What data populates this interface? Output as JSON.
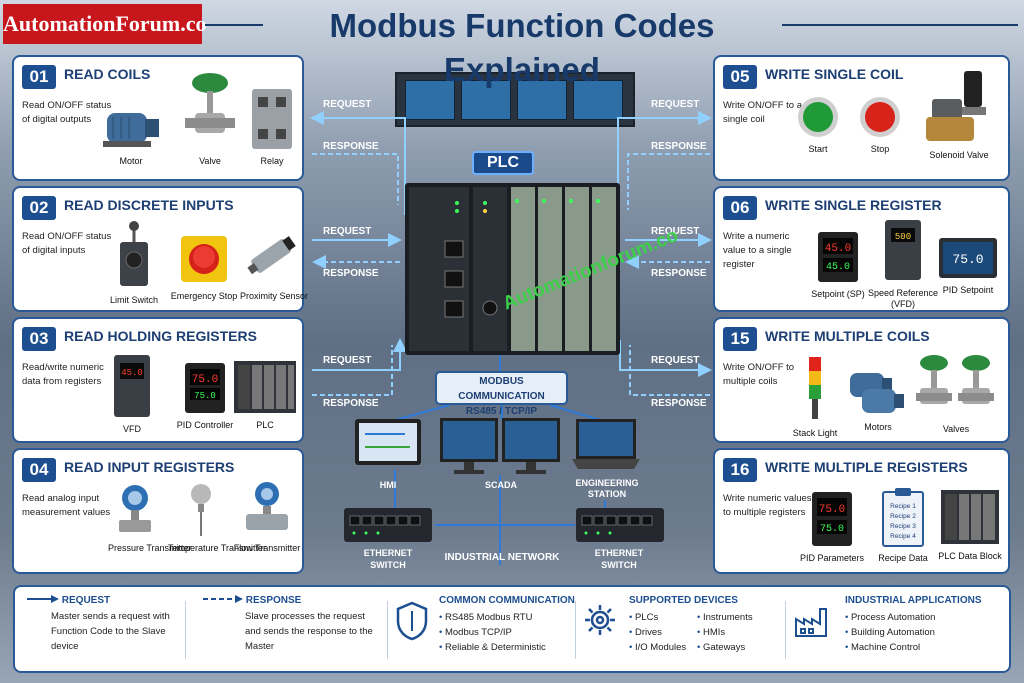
{
  "brand": "AutomationForum.co",
  "title": "Modbus Function Codes Explained",
  "watermark": "Automationforum.co",
  "colors": {
    "primary": "#1d4f90",
    "accent": "#c8161d",
    "panel_border": "#2a5a96"
  },
  "cards": [
    {
      "code": "01",
      "title": "READ COILS",
      "desc": "Read ON/OFF status of digital outputs",
      "devices": [
        {
          "icon": "motor-icon",
          "label": "Motor"
        },
        {
          "icon": "valve-icon",
          "label": "Valve"
        },
        {
          "icon": "relay-icon",
          "label": "Relay"
        }
      ]
    },
    {
      "code": "02",
      "title": "READ DISCRETE INPUTS",
      "desc": "Read ON/OFF status of digital inputs",
      "devices": [
        {
          "icon": "limit-switch-icon",
          "label": "Limit Switch"
        },
        {
          "icon": "emergency-stop-icon",
          "label": "Emergency Stop"
        },
        {
          "icon": "proximity-sensor-icon",
          "label": "Proximity Sensor"
        }
      ]
    },
    {
      "code": "03",
      "title": "READ HOLDING REGISTERS",
      "desc": "Read/write numeric data from registers",
      "devices": [
        {
          "icon": "vfd-icon",
          "label": "VFD"
        },
        {
          "icon": "pid-controller-icon",
          "label": "PID Controller"
        },
        {
          "icon": "plc-icon",
          "label": "PLC"
        }
      ]
    },
    {
      "code": "04",
      "title": "READ INPUT REGISTERS",
      "desc": "Read analog input measurement values",
      "devices": [
        {
          "icon": "pressure-transmitter-icon",
          "label": "Pressure Transmitter"
        },
        {
          "icon": "temperature-transmitter-icon",
          "label": "Temperature Transmitter"
        },
        {
          "icon": "flow-transmitter-icon",
          "label": "Flow Transmitter"
        }
      ]
    },
    {
      "code": "05",
      "title": "WRITE SINGLE COIL",
      "desc": "Write ON/OFF to a single coil",
      "devices": [
        {
          "icon": "start-button-icon",
          "label": "Start"
        },
        {
          "icon": "stop-button-icon",
          "label": "Stop"
        },
        {
          "icon": "solenoid-valve-icon",
          "label": "Solenoid Valve"
        }
      ]
    },
    {
      "code": "06",
      "title": "WRITE SINGLE REGISTER",
      "desc": "Write a numeric value to a single register",
      "devices": [
        {
          "icon": "setpoint-display-icon",
          "label": "Setpoint (SP)"
        },
        {
          "icon": "vfd-icon",
          "label": "Speed Reference (VFD)"
        },
        {
          "icon": "pid-setpoint-icon",
          "label": "PID Setpoint"
        }
      ]
    },
    {
      "code": "15",
      "title": "WRITE MULTIPLE COILS",
      "desc": "Write ON/OFF to multiple coils",
      "devices": [
        {
          "icon": "stack-light-icon",
          "label": "Stack Light"
        },
        {
          "icon": "motors-icon",
          "label": "Motors"
        },
        {
          "icon": "valves-icon",
          "label": "Valves"
        }
      ]
    },
    {
      "code": "16",
      "title": "WRITE MULTIPLE REGISTERS",
      "desc": "Write numeric values to multiple registers",
      "devices": [
        {
          "icon": "pid-parameters-icon",
          "label": "PID Parameters"
        },
        {
          "icon": "recipe-data-icon",
          "label": "Recipe Data"
        },
        {
          "icon": "plc-data-block-icon",
          "label": "PLC Data Block"
        }
      ]
    }
  ],
  "center": {
    "request": "REQUEST",
    "response": "RESPONSE",
    "plc": "PLC",
    "comm_line1": "MODBUS COMMUNICATION",
    "comm_line2": "RS485 / TCP/IP",
    "hmi": "HMI",
    "scada": "SCADA",
    "eng_station": "ENGINEERING STATION",
    "ethernet_switch": "ETHERNET SWITCH",
    "industrial_network": "INDUSTRIAL NETWORK",
    "display_values": [
      "45.0",
      "75.0",
      "500"
    ]
  },
  "recipe_lines": [
    "Recipe 1",
    "Recipe 2",
    "Recipe 3",
    "Recipe 4"
  ],
  "bottom": {
    "request": {
      "title": "REQUEST",
      "text": "Master sends a request with Function Code to the Slave device"
    },
    "response": {
      "title": "RESPONSE",
      "text": "Slave processes the request and sends the response to the Master"
    },
    "comm": {
      "title": "COMMON COMMUNICATION",
      "items": [
        "RS485 Modbus RTU",
        "Modbus TCP/IP",
        "Reliable & Deterministic"
      ]
    },
    "devices": {
      "title": "SUPPORTED DEVICES",
      "col1": [
        "PLCs",
        "Drives",
        "I/O Modules"
      ],
      "col2": [
        "Instruments",
        "HMIs",
        "Gateways"
      ]
    },
    "apps": {
      "title": "INDUSTRIAL APPLICATIONS",
      "items": [
        "Process Automation",
        "Building Automation",
        "Machine Control"
      ]
    }
  }
}
